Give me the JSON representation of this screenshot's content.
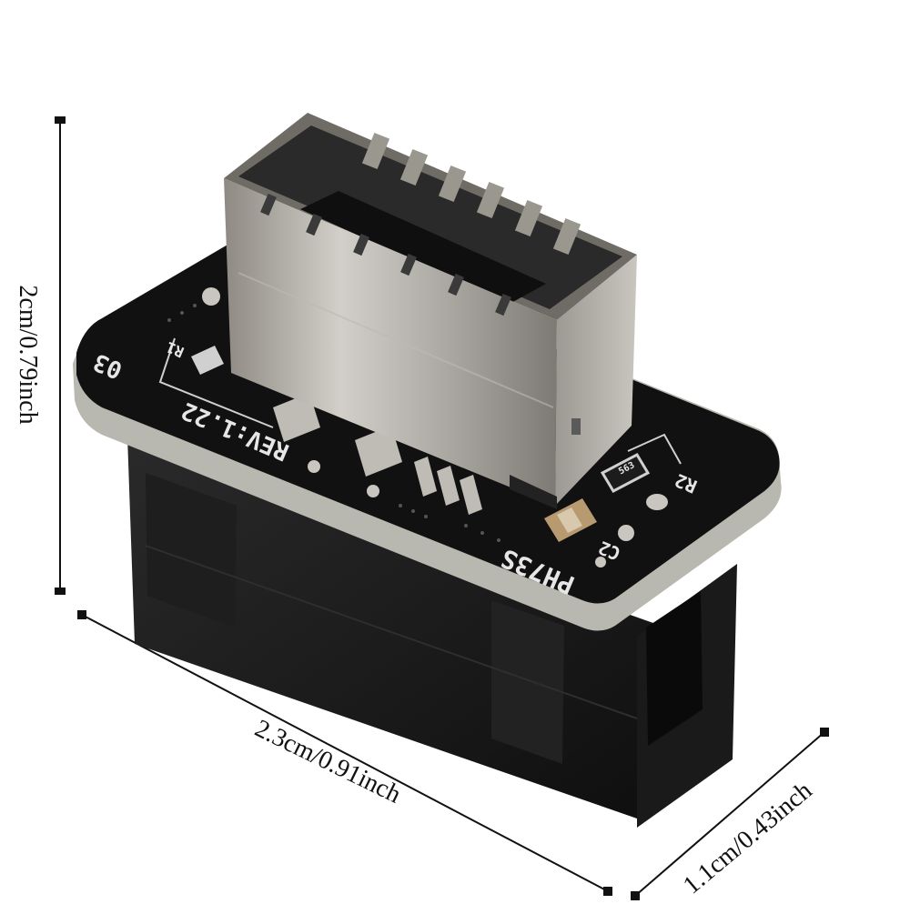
{
  "dimensions": {
    "height": "2cm/0.79inch",
    "width": "2.3cm/0.91inch",
    "depth": "1.1cm/0.43inch"
  },
  "pcb_silkscreen": {
    "revision": "REV:1.22",
    "board_marks": "03",
    "model": "PH73S",
    "r1": "R1",
    "r2": "R2",
    "c2": "C2",
    "resistor_code": "563"
  },
  "colors": {
    "pcb": "#111111",
    "connector_metal": "#b9b6b0",
    "plastic_body": "#141414",
    "board_edge": "#b8b8b0"
  }
}
